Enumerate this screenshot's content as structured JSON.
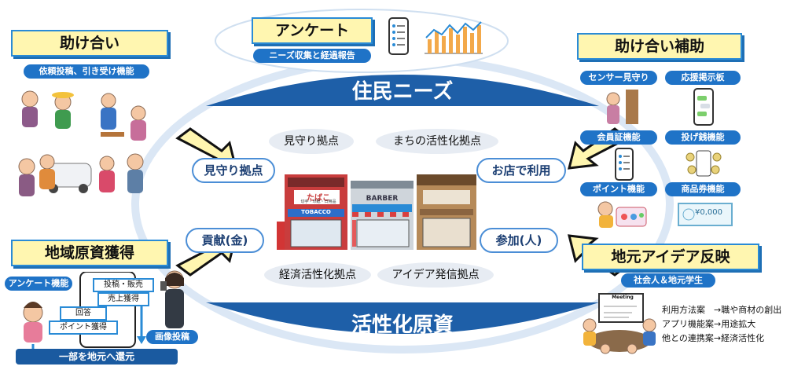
{
  "survey": {
    "title": "アンケート",
    "subtitle": "ニーズ収集と経過報告"
  },
  "center": {
    "top_banner": "住民ニーズ",
    "bottom_banner": "活性化原資",
    "hubs": [
      "見守り拠点",
      "まちの活性化拠点",
      "経済活性化拠点",
      "アイデア発信拠点"
    ],
    "shop_signs": {
      "tobacco_top": "たばこ",
      "tobacco_sub": "切手・印紙・日用品",
      "tobacco_band": "TOBACCO",
      "barber": "BARBER"
    }
  },
  "arrows": {
    "left_top": "見守り拠点",
    "left_bottom": "貢献(金)",
    "right_top": "お店で利用",
    "right_bottom": "参加(人)"
  },
  "mutual_aid": {
    "title": "助け合い",
    "subtitle": "依頼投稿、引き受け機能"
  },
  "mutual_aid_support": {
    "title": "助け合い補助",
    "items": [
      "センサー見守り",
      "応援掲示板",
      "会員証機能",
      "投げ銭機能",
      "ポイント機能",
      "商品券機能"
    ],
    "voucher_text": "¥0,000"
  },
  "local_resources": {
    "title": "地域原資獲得",
    "survey_feature": "アンケート機能",
    "steps": [
      "投稿・販売",
      "売上獲得",
      "回答",
      "ポイント獲得"
    ],
    "image_post": "画像投稿",
    "return_banner": "一部を地元へ還元"
  },
  "local_ideas": {
    "title": "地元アイデア反映",
    "subtitle": "社会人＆地元学生",
    "board_label": "Meeting",
    "lines": [
      "利用方法案　→職や商材の創出",
      "アプリ機能案→用途拡大",
      "他との連携案→経済活性化"
    ]
  },
  "colors": {
    "accent_blue": "#1f73c7",
    "title_yellow": "#fff6b0",
    "navy_banner": "#1e5fa8"
  }
}
